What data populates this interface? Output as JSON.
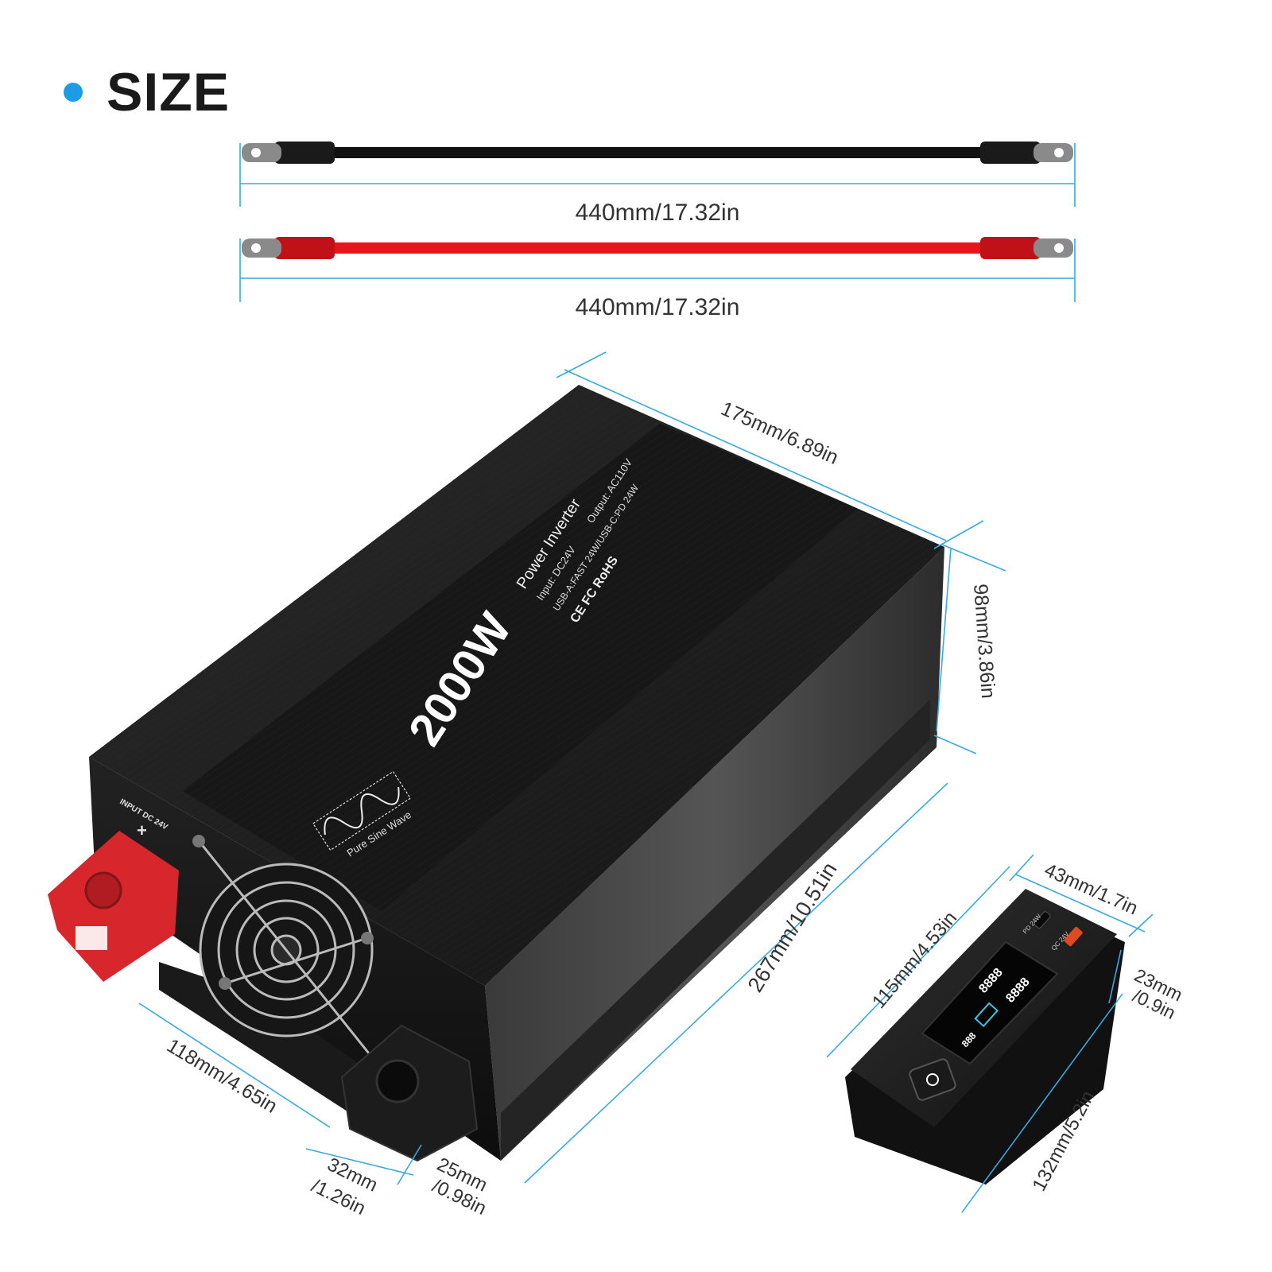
{
  "title": "SIZE",
  "colors": {
    "accent": "#1d9be4",
    "dimension_line": "#3aa8e0",
    "cable_black": "#111111",
    "cable_red": "#e8141c",
    "terminal_red": "#d8262d",
    "body": "#1e1e1e",
    "screen": "#0a0a0a"
  },
  "cables": [
    {
      "color": "black",
      "length_label": "440mm/17.32in"
    },
    {
      "color": "red",
      "length_label": "440mm/17.32in"
    }
  ],
  "inverter": {
    "power": "2000W",
    "name": "Power Inverter",
    "input": "Input: DC24V",
    "output": "Output: AC110V",
    "usb": "USB-A:FAST 24W/USB-C:PD 24W",
    "certs": "CE FC RoHS",
    "wave": "Pure Sine Wave",
    "terminal_label": "INPUT DC 24V",
    "plus_sign": "+",
    "dimensions": {
      "width": "175mm/6.89in",
      "height": "98mm/3.86in",
      "length": "267mm/10.51in",
      "front": "118mm/4.65in",
      "terminal_a": "32mm\n/1.26in",
      "terminal_b": "25mm\n/0.98in"
    }
  },
  "remote": {
    "ports": [
      "PD 24W",
      "QC 24V"
    ],
    "display_digits": [
      "8888",
      "8888",
      "888"
    ],
    "dimensions": {
      "width": "43mm/1.7in",
      "length": "115mm/4.53in",
      "depth": "23mm\n/0.9in",
      "base_length": "132mm/5.2in"
    }
  }
}
